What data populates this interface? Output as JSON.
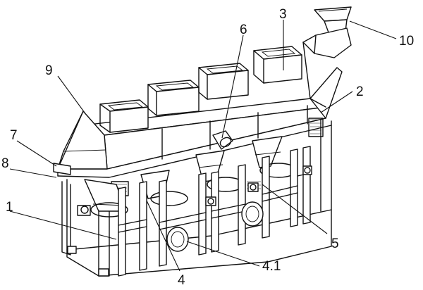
{
  "callouts": [
    {
      "id": "c1",
      "text": "1"
    },
    {
      "id": "c2",
      "text": "2"
    },
    {
      "id": "c3",
      "text": "3"
    },
    {
      "id": "c4",
      "text": "4"
    },
    {
      "id": "c41",
      "text": "4.1"
    },
    {
      "id": "c5",
      "text": "5"
    },
    {
      "id": "c6",
      "text": "6"
    },
    {
      "id": "c7",
      "text": "7"
    },
    {
      "id": "c8",
      "text": "8"
    },
    {
      "id": "c9",
      "text": "9"
    },
    {
      "id": "c10",
      "text": "10"
    }
  ]
}
